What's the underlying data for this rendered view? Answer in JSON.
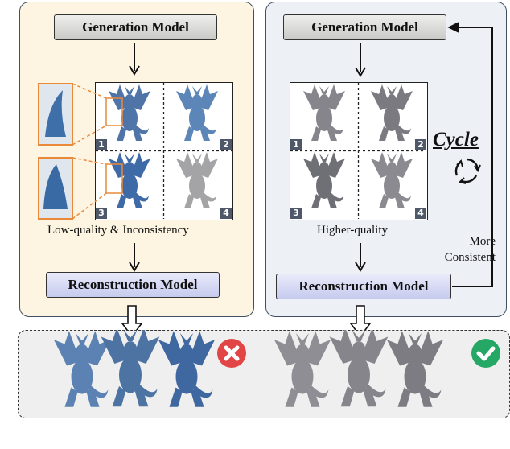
{
  "left": {
    "generation_label": "Generation Model",
    "caption": "Low-quality & Inconsistency",
    "reconstruction_label": "Reconstruction Model",
    "cell_numbers": [
      "1",
      "2",
      "3",
      "4"
    ]
  },
  "right": {
    "generation_label": "Generation Model",
    "caption": "Higher-quality",
    "reconstruction_label": "Reconstruction Model",
    "cell_numbers": [
      "1",
      "2",
      "3",
      "4"
    ]
  },
  "cycle": {
    "label": "Cycle",
    "more_line1": "More",
    "more_line2": "Consistent"
  },
  "colors": {
    "left_bg": "#fdf5e2",
    "right_bg": "#edf1f6",
    "bottom_bg": "#efefef",
    "inconsistent_dragon": "#5b82b2",
    "consistent_dragon": "#8e8e94",
    "highlight_orange": "#e98a3a",
    "fail_red": "#e24545",
    "pass_green": "#25a866"
  },
  "icons": {
    "fail": "x-circle-icon",
    "pass": "check-circle-icon",
    "cycle": "cycle-arrows-icon"
  }
}
